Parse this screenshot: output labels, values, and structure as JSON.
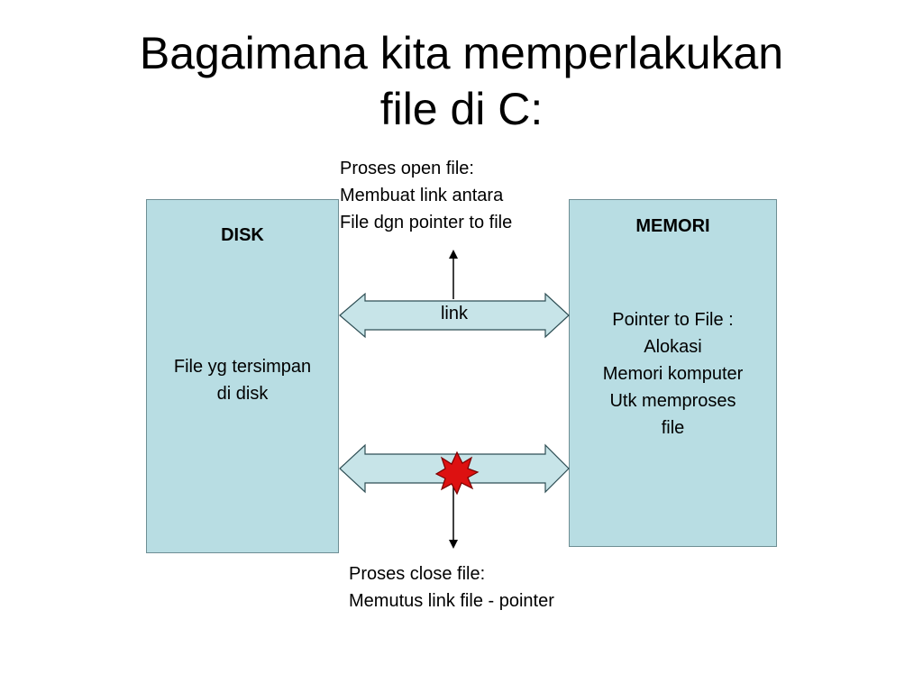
{
  "slide": {
    "title_line1": "Bagaimana kita memperlakukan",
    "title_line2": "file di C:"
  },
  "disk": {
    "label": "DISK",
    "desc_line1": "File yg tersimpan",
    "desc_line2": "di disk"
  },
  "memori": {
    "label": "MEMORI",
    "desc_line1": "Pointer to File :",
    "desc_line2": "Alokasi",
    "desc_line3": "Memori komputer",
    "desc_line4": "Utk memproses",
    "desc_line5": "file"
  },
  "open_note": {
    "line1": "Proses open file:",
    "line2": "Membuat link antara",
    "line3": "File dgn pointer to file"
  },
  "close_note": {
    "line1": "Proses close file:",
    "line2": "Memutus link file - pointer"
  },
  "link_label": "link",
  "colors": {
    "box_fill": "#b8dde3",
    "arrow_fill": "#c7e4e8",
    "burst_fill": "#dd1111"
  }
}
